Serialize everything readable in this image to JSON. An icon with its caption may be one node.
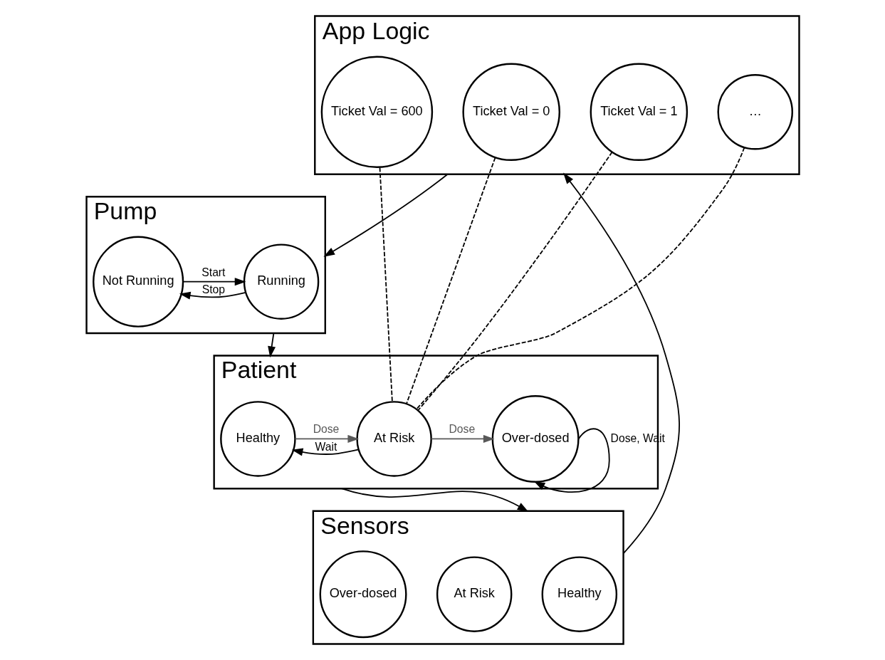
{
  "diagram": {
    "nodes": [
      {
        "text": [
          "App Logic"
        ]
      },
      {
        "text": [
          "Ticket Val = 0"
        ],
        "in": 0
      },
      {
        "text": [
          "Ticket Val = 1"
        ],
        "in": 0
      },
      {
        "text": [
          "…"
        ],
        "in": 0
      },
      {
        "text": [
          "Ticket Val = 600"
        ],
        "in": 0
      },
      {
        "text": [
          "Pump"
        ]
      },
      {
        "text": [
          "Running"
        ],
        "in": 5
      },
      {
        "text": [
          "Not Running"
        ],
        "in": 5
      },
      {
        "text": [
          "Sensors"
        ]
      },
      {
        "text": [
          "Healthy"
        ],
        "in": 8
      },
      {
        "text": [
          "At Risk"
        ],
        "in": 8
      },
      {
        "text": [
          "Over-dosed"
        ],
        "in": 8
      },
      {
        "text": [
          "Patient"
        ]
      },
      {
        "text": [
          "Healthy"
        ],
        "in": 12
      },
      {
        "text": [
          "At Risk"
        ],
        "in": 12
      },
      {
        "text": [
          "Over-dosed"
        ],
        "in": 12
      }
    ],
    "edges": [
      {
        "from": 0,
        "to": 5,
        "arrow": "to"
      },
      {
        "from": 5,
        "to": 12,
        "arrow": "to"
      },
      {
        "from": 12,
        "to": 8,
        "arrow": "to"
      },
      {
        "from": 8,
        "to": 0,
        "arrow": "to"
      },
      {
        "from": 6,
        "to": 7,
        "arrow": "to",
        "label": "Stop"
      },
      {
        "from": 7,
        "to": 6,
        "arrow": "to",
        "label": "Start"
      },
      {
        "from": 13,
        "to": 14,
        "arrow": "to",
        "label": "Dose",
        "color": "#595959"
      },
      {
        "from": 14,
        "to": 13,
        "arrow": "to",
        "label": "Wait"
      },
      {
        "from": 14,
        "to": 15,
        "arrow": "to",
        "label": "Dose",
        "color": "#595959"
      },
      {
        "from": 15,
        "to": 15,
        "arrow": "to",
        "label": "Dose, Wait"
      },
      {
        "from": 1,
        "to": 14,
        "arrow": "none",
        "style": "dashed"
      },
      {
        "from": 2,
        "to": 14,
        "arrow": "none",
        "style": "dashed"
      },
      {
        "from": 3,
        "to": 14,
        "arrow": "none",
        "style": "dashed"
      },
      {
        "from": 4,
        "to": 14,
        "arrow": "none",
        "style": "dashed"
      }
    ]
  }
}
